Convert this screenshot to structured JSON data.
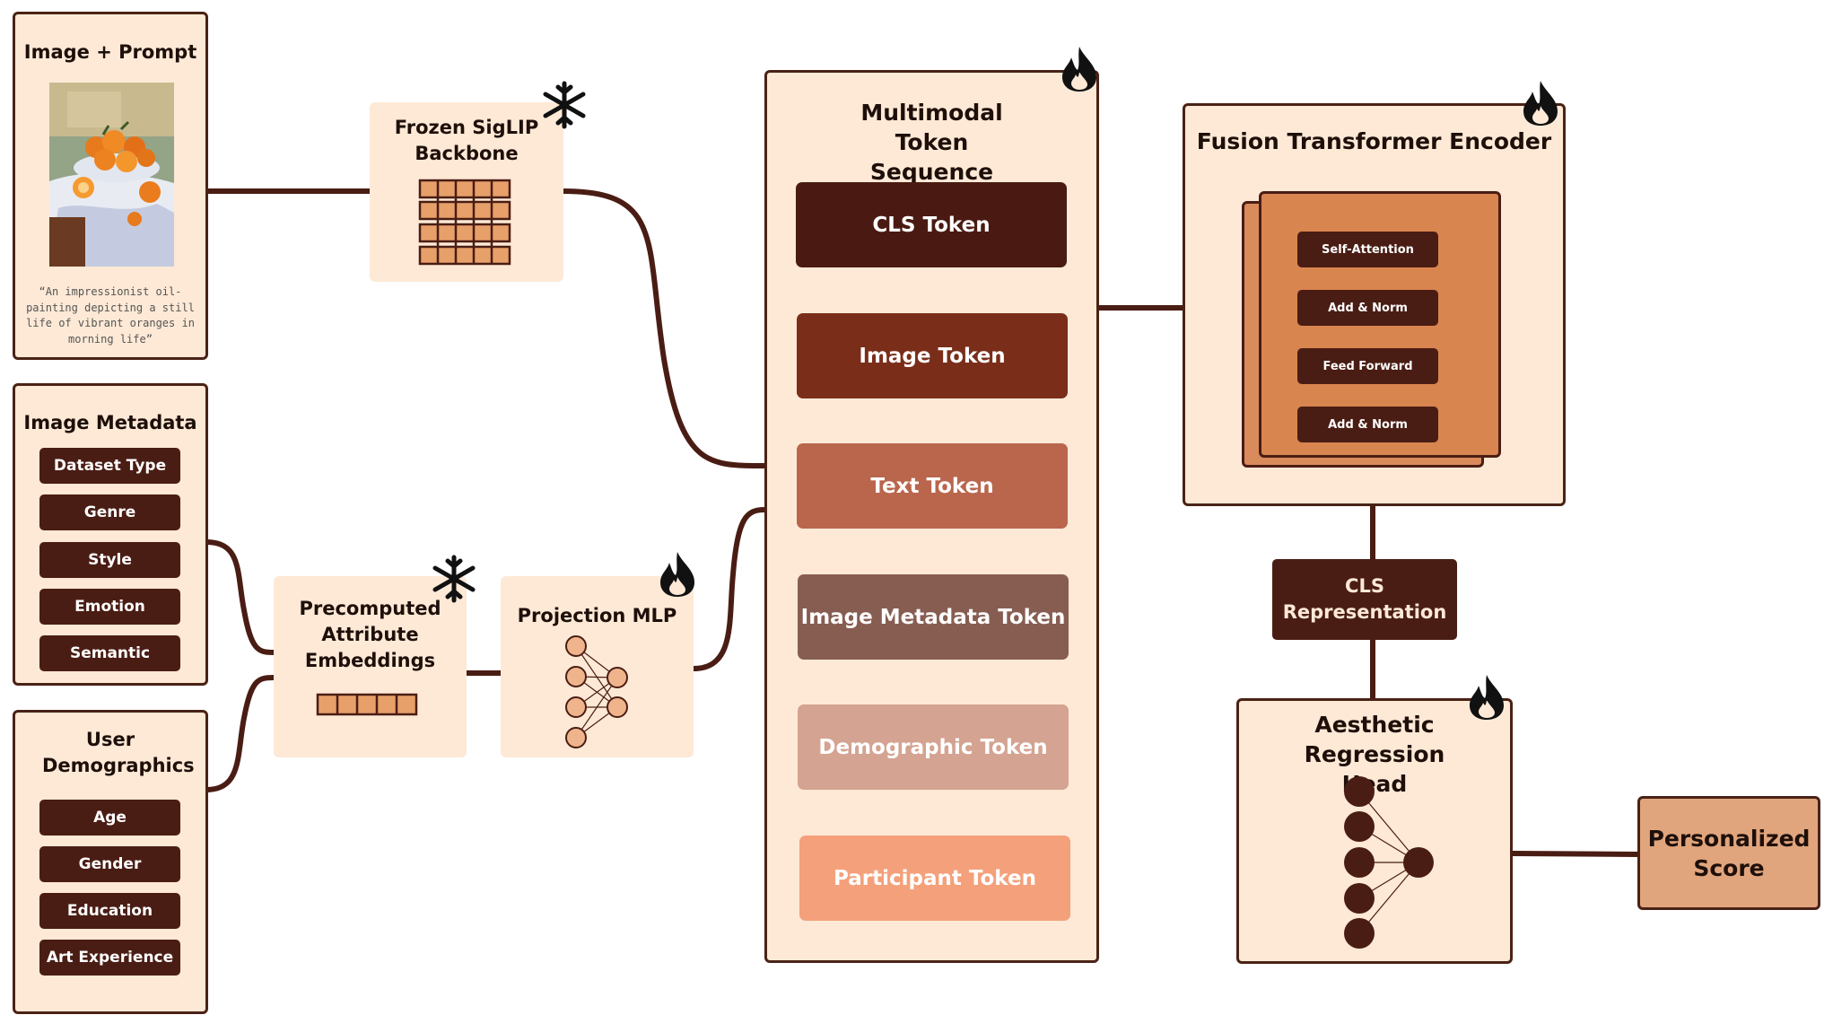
{
  "input": {
    "title": "Image + Prompt",
    "prompt": "“An impressionist oil-painting depicting a still life of vibrant oranges in morning life”"
  },
  "siglip": {
    "title": "Frozen SigLIP Backbone",
    "status_icon": "snowflake-icon"
  },
  "metadata": {
    "title": "Image Metadata",
    "items": [
      "Dataset Type",
      "Genre",
      "Style",
      "Emotion",
      "Semantic"
    ]
  },
  "demographics": {
    "title": "User Demographics",
    "items": [
      "Age",
      "Gender",
      "Education",
      "Art Experience"
    ]
  },
  "attr": {
    "title": "Precomputed Attribute Embeddings",
    "status_icon": "snowflake-icon"
  },
  "mlp": {
    "title": "Projection MLP",
    "status_icon": "flame-icon"
  },
  "sequence": {
    "title": "Multimodal Token Sequence",
    "status_icon": "flame-icon",
    "tokens": [
      {
        "label": "CLS Token",
        "color": "#4a1a12"
      },
      {
        "label": "Image Token",
        "color": "#7a2e1a"
      },
      {
        "label": "Text Token",
        "color": "#b9664d"
      },
      {
        "label": "Image Metadata Token",
        "color": "#875d52"
      },
      {
        "label": "Demographic Token",
        "color": "#d4a391"
      },
      {
        "label": "Participant Token",
        "color": "#f4a07a"
      }
    ]
  },
  "fusion": {
    "title": "Fusion Transformer Encoder",
    "status_icon": "flame-icon",
    "layers": [
      "Self-Attention",
      "Add & Norm",
      "Feed Forward",
      "Add & Norm"
    ]
  },
  "cls_rep": {
    "label": "CLS Representation"
  },
  "head": {
    "title": "Aesthetic Regression Head",
    "status_icon": "flame-icon"
  },
  "output": {
    "label": "Personalized Score"
  },
  "colors": {
    "panel_fill": "#fde9d6",
    "border": "#4a2216",
    "dark_brown": "#4a1d14",
    "neuron_light": "#f0b48c",
    "output_fill": "#e0a57d"
  }
}
